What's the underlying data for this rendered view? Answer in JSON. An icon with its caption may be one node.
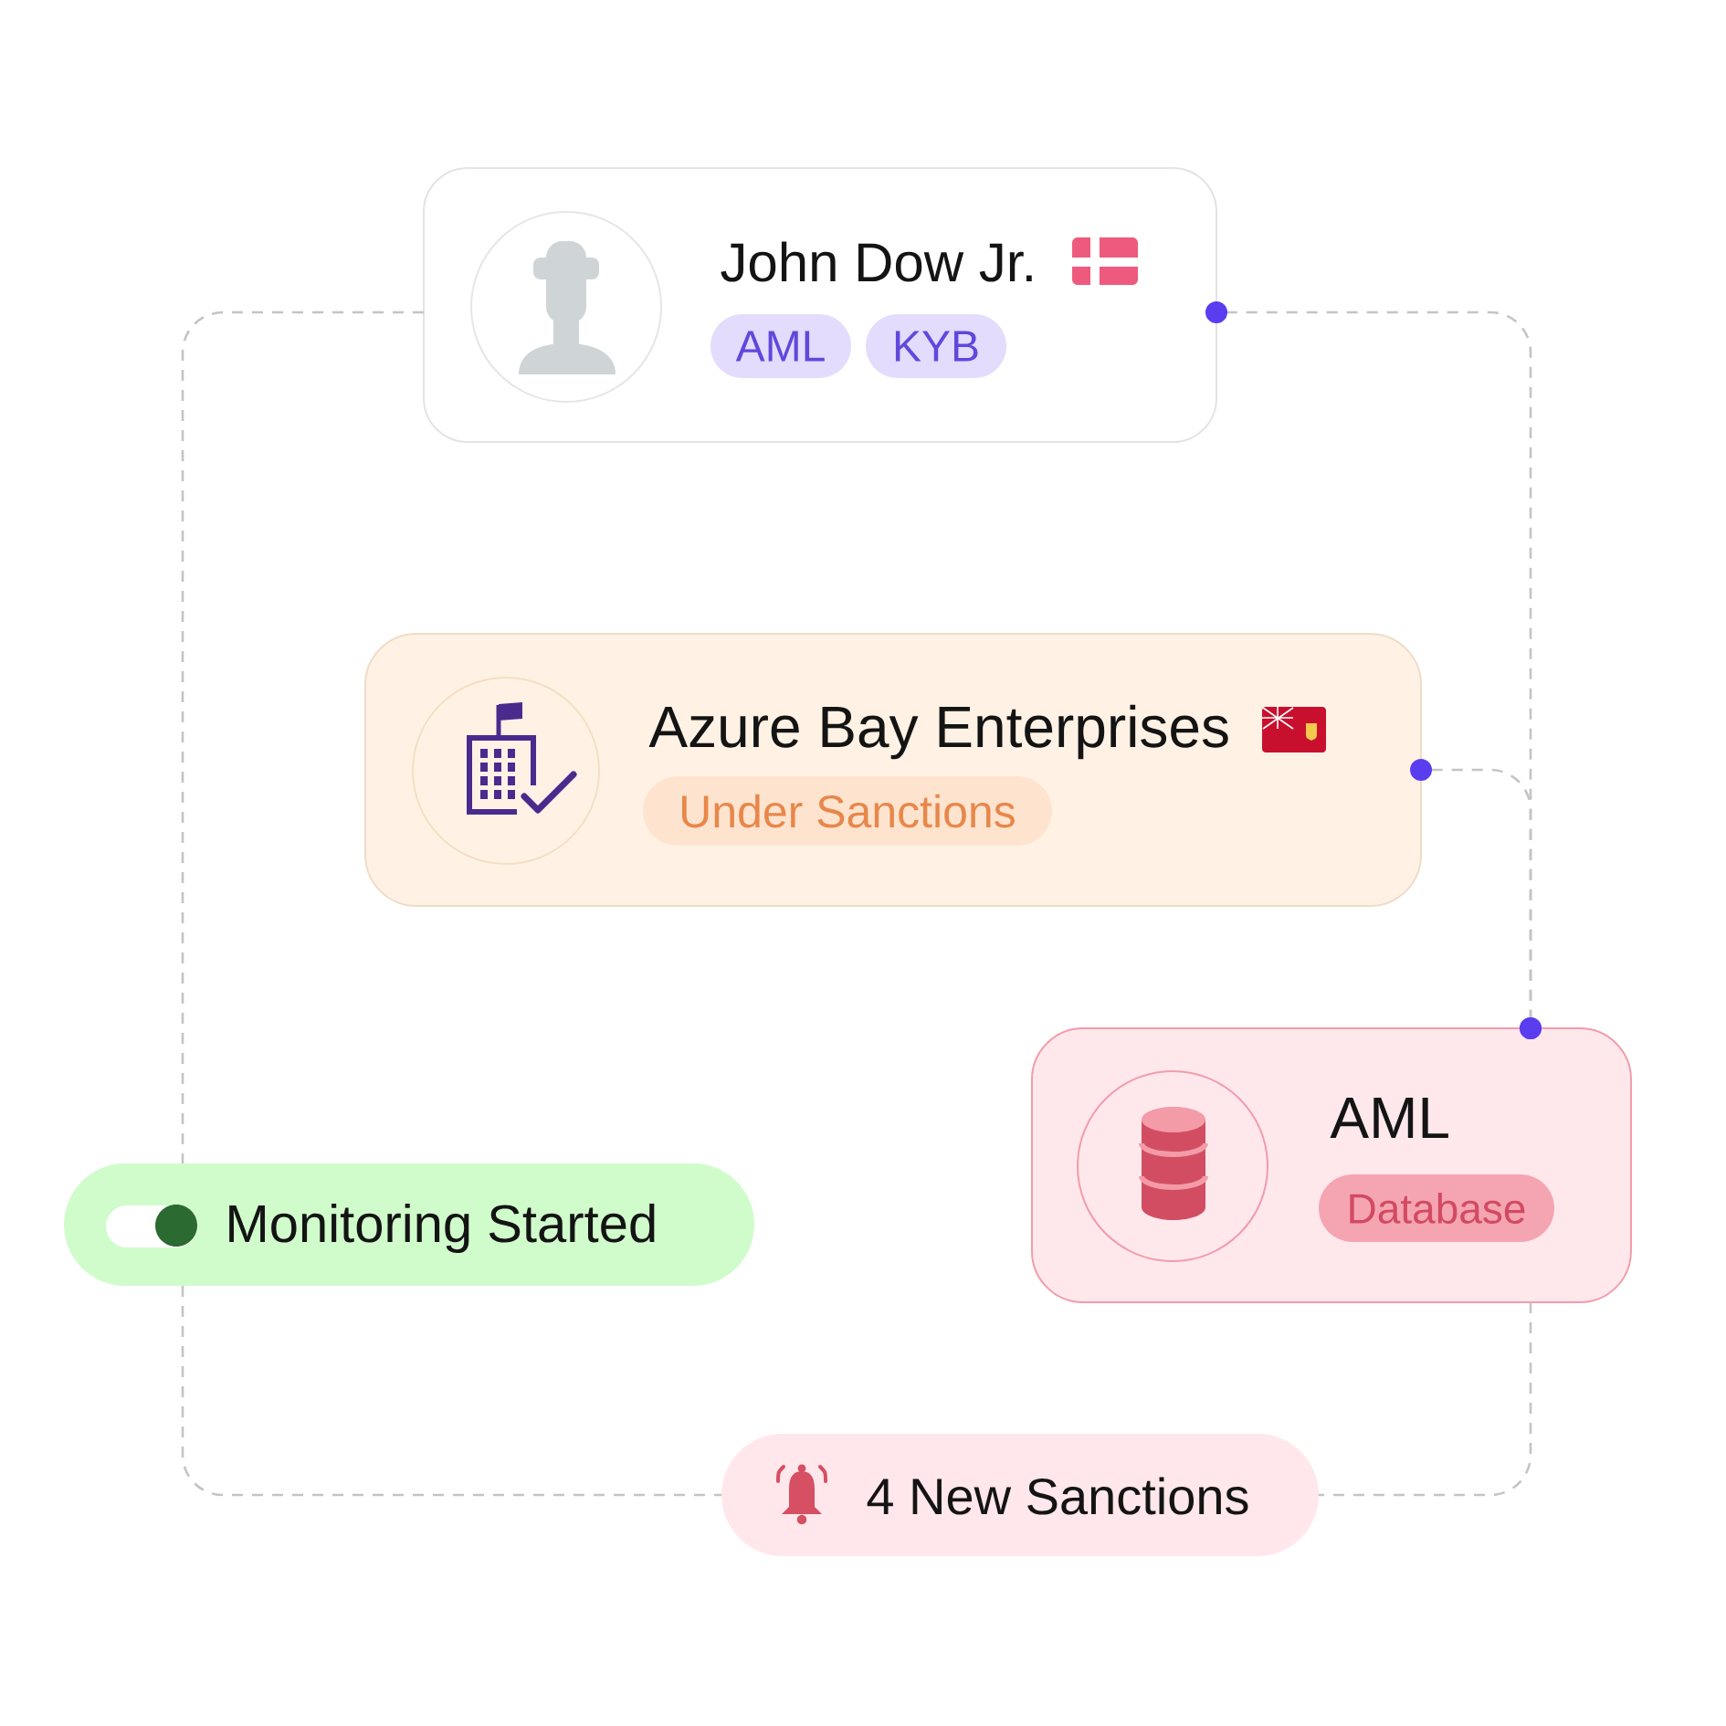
{
  "diagram": {
    "nodes": [
      {
        "text": [
          "John Dow Jr."
        ]
      },
      {
        "text": [
          "AML"
        ],
        "in": 0
      },
      {
        "text": [
          "KYB"
        ],
        "in": 0
      },
      {
        "text": [
          "Azure Bay Enterprises"
        ]
      },
      {
        "text": [
          "Under Sanctions"
        ],
        "in": 3
      },
      {
        "text": [
          "AML"
        ]
      },
      {
        "text": [
          "Database"
        ],
        "in": 5
      },
      {
        "text": [
          "Monitoring Started"
        ]
      },
      {
        "text": [
          "4 New Sanctions"
        ]
      }
    ],
    "edges": [
      {
        "from": 0,
        "to": 5,
        "arrow": "other",
        "style": "dashed"
      },
      {
        "from": 3,
        "to": 5,
        "arrow": "other",
        "style": "dashed"
      },
      {
        "from": 5,
        "to": 8,
        "arrow": "none",
        "style": "dashed"
      },
      {
        "from": 0,
        "to": 7,
        "arrow": "none",
        "style": "dashed"
      },
      {
        "from": 7,
        "to": 8,
        "arrow": "none",
        "style": "dashed"
      }
    ]
  }
}
